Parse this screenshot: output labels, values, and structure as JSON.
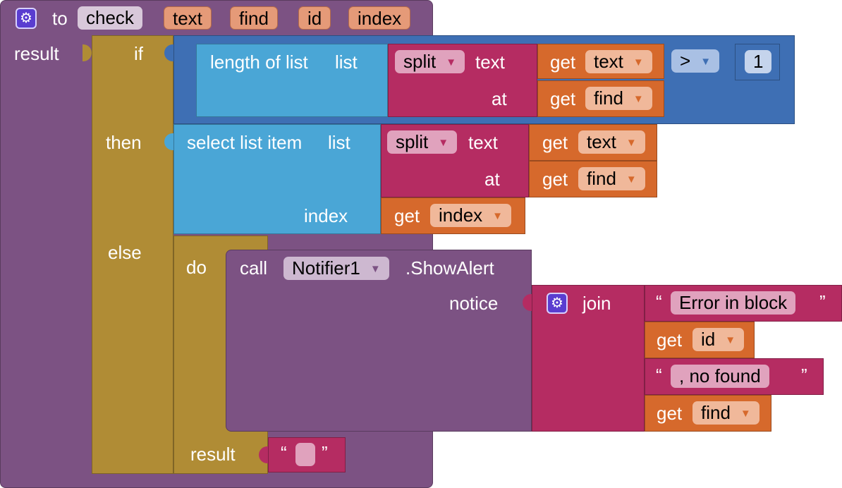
{
  "procedure": {
    "to_label": "to",
    "name": "check",
    "params": [
      "text",
      "find",
      "id",
      "index"
    ],
    "result_label": "result"
  },
  "if_else": {
    "if_label": "if",
    "then_label": "then",
    "else_label": "else"
  },
  "condition": {
    "length_label": "length of list",
    "list_label": "list",
    "split_dropdown": "split",
    "text_label": "text",
    "at_label": "at",
    "get_label": "get",
    "get_text_var": "text",
    "get_find_var": "find",
    "compare_op": ">",
    "compare_value": "1"
  },
  "then_value": {
    "select_label": "select list item",
    "list_label": "list",
    "split_dropdown": "split",
    "text_label": "text",
    "at_label": "at",
    "index_label": "index",
    "get_label": "get",
    "get_text_var": "text",
    "get_find_var": "find",
    "get_index_var": "index"
  },
  "else_value": {
    "do_label": "do",
    "call_label": "call",
    "component": "Notifier1",
    "method": ".ShowAlert",
    "notice_label": "notice",
    "join_label": "join",
    "string1": "Error in block",
    "get_label": "get",
    "get_id_var": "id",
    "string2": ", no found",
    "get_find_var": "find",
    "result_label": "result",
    "empty_string": "",
    "quote_open": "“",
    "quote_close": "”"
  },
  "colors": {
    "procedure": "#7c5283",
    "control": "#b08c35",
    "logic": "#3e6fb4",
    "list": "#4aa6d6",
    "text": "#b52c62",
    "variable": "#d6692c",
    "math": "#3e6fb4"
  },
  "icons": {
    "mutator": "gear-icon",
    "dropdown": "triangle-down-icon"
  }
}
